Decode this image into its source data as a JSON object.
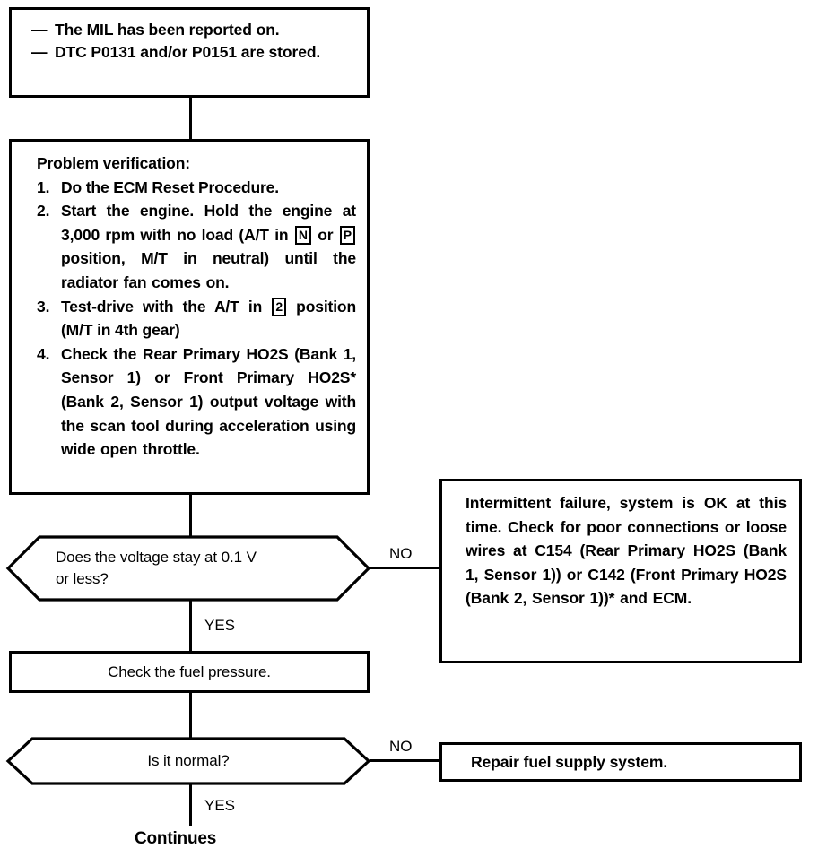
{
  "document": {
    "type": "troubleshooting-flowchart",
    "ink_color": "#000000",
    "background_color": "#ffffff"
  },
  "conditions_box": {
    "name": "conditions",
    "dash": "—",
    "items": [
      "The MIL has been reported on.",
      "DTC P0131 and/or P0151 are stored."
    ]
  },
  "verification_box": {
    "title": "Problem verification:",
    "steps": [
      {
        "number": "1.",
        "parts": [
          {
            "kind": "text",
            "value": "Do the ECM Reset Procedure."
          }
        ]
      },
      {
        "number": "2.",
        "parts": [
          {
            "kind": "text",
            "value": "Start the engine. Hold the engine at 3,000 rpm with no load (A/T in "
          },
          {
            "kind": "gear",
            "value": "N"
          },
          {
            "kind": "text",
            "value": " or "
          },
          {
            "kind": "gear",
            "value": "P"
          },
          {
            "kind": "text",
            "value": " position, M/T in neutral) until the radiator fan comes on."
          }
        ]
      },
      {
        "number": "3.",
        "parts": [
          {
            "kind": "text",
            "value": "Test-drive with the A/T in "
          },
          {
            "kind": "gear",
            "value": "2"
          },
          {
            "kind": "text",
            "value": " position (M/T in 4th gear)"
          }
        ]
      },
      {
        "number": "4.",
        "parts": [
          {
            "kind": "text",
            "value": "Check the Rear Primary HO2S (Bank 1, Sensor 1) or Front Primary HO2S* (Bank 2, Sensor 1) output voltage with the scan tool during acceleration using wide open throttle."
          }
        ]
      }
    ]
  },
  "decision_voltage": {
    "line1": "Does the voltage stay at 0.1 V",
    "line2": "or less?",
    "yes_label": "YES",
    "no_label": "NO"
  },
  "intermittent_box": {
    "text": "Intermittent failure, system is OK at this time. Check for poor connections or loose wires at C154 (Rear Primary HO2S (Bank 1, Sensor 1)) or C142 (Front Primary HO2S (Bank 2, Sensor 1))* and ECM."
  },
  "fuel_pressure_box": {
    "text": "Check the fuel pressure."
  },
  "decision_normal": {
    "line1": "Is it normal?",
    "yes_label": "YES",
    "no_label": "NO"
  },
  "repair_box": {
    "text": "Repair fuel supply system."
  },
  "footer": {
    "continues_label": "Continues"
  }
}
